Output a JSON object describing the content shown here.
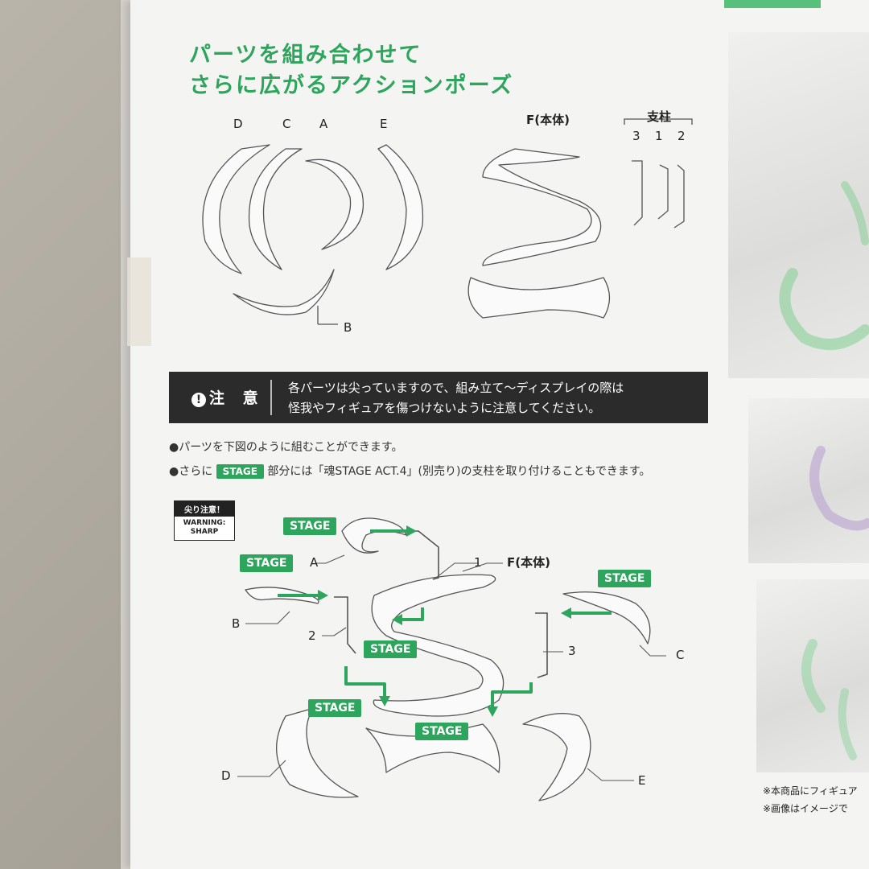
{
  "headline": {
    "line1": "パーツを組み合わせて",
    "line2": "さらに広がるアクションポーズ"
  },
  "parts_diagram": {
    "labels": [
      "D",
      "C",
      "A",
      "E",
      "B"
    ],
    "main_label": "F(本体)",
    "pillar_title": "支柱",
    "pillar_numbers": [
      "3",
      "1",
      "2"
    ]
  },
  "notice": {
    "title": "注 意",
    "icon": "exclamation-circle-icon",
    "line1": "各パーツは尖っていますので、組み立て〜ディスプレイの際は",
    "line2": "怪我やフィギュアを傷つけないように注意してください。"
  },
  "bullets": {
    "b1": "●パーツを下図のように組むことができます。",
    "b2_pre": "●さらに",
    "b2_tag": "STAGE",
    "b2_post": "部分には「魂STAGE ACT.4」(別売り)の支柱を取り付けることもできます。"
  },
  "warning_badge": {
    "jp": "尖り注意！",
    "en1": "WARNING:",
    "en2": "SHARP"
  },
  "assembly": {
    "stage": "STAGE",
    "labels": [
      "A",
      "B",
      "C",
      "D",
      "E",
      "F(本体)",
      "1",
      "2",
      "3"
    ]
  },
  "footnotes": {
    "f1": "※本商品にフィギュア",
    "f2": "※画像はイメージで"
  },
  "colors": {
    "accent_green": "#2ea55c",
    "notice_bg": "#2b2b2b"
  }
}
